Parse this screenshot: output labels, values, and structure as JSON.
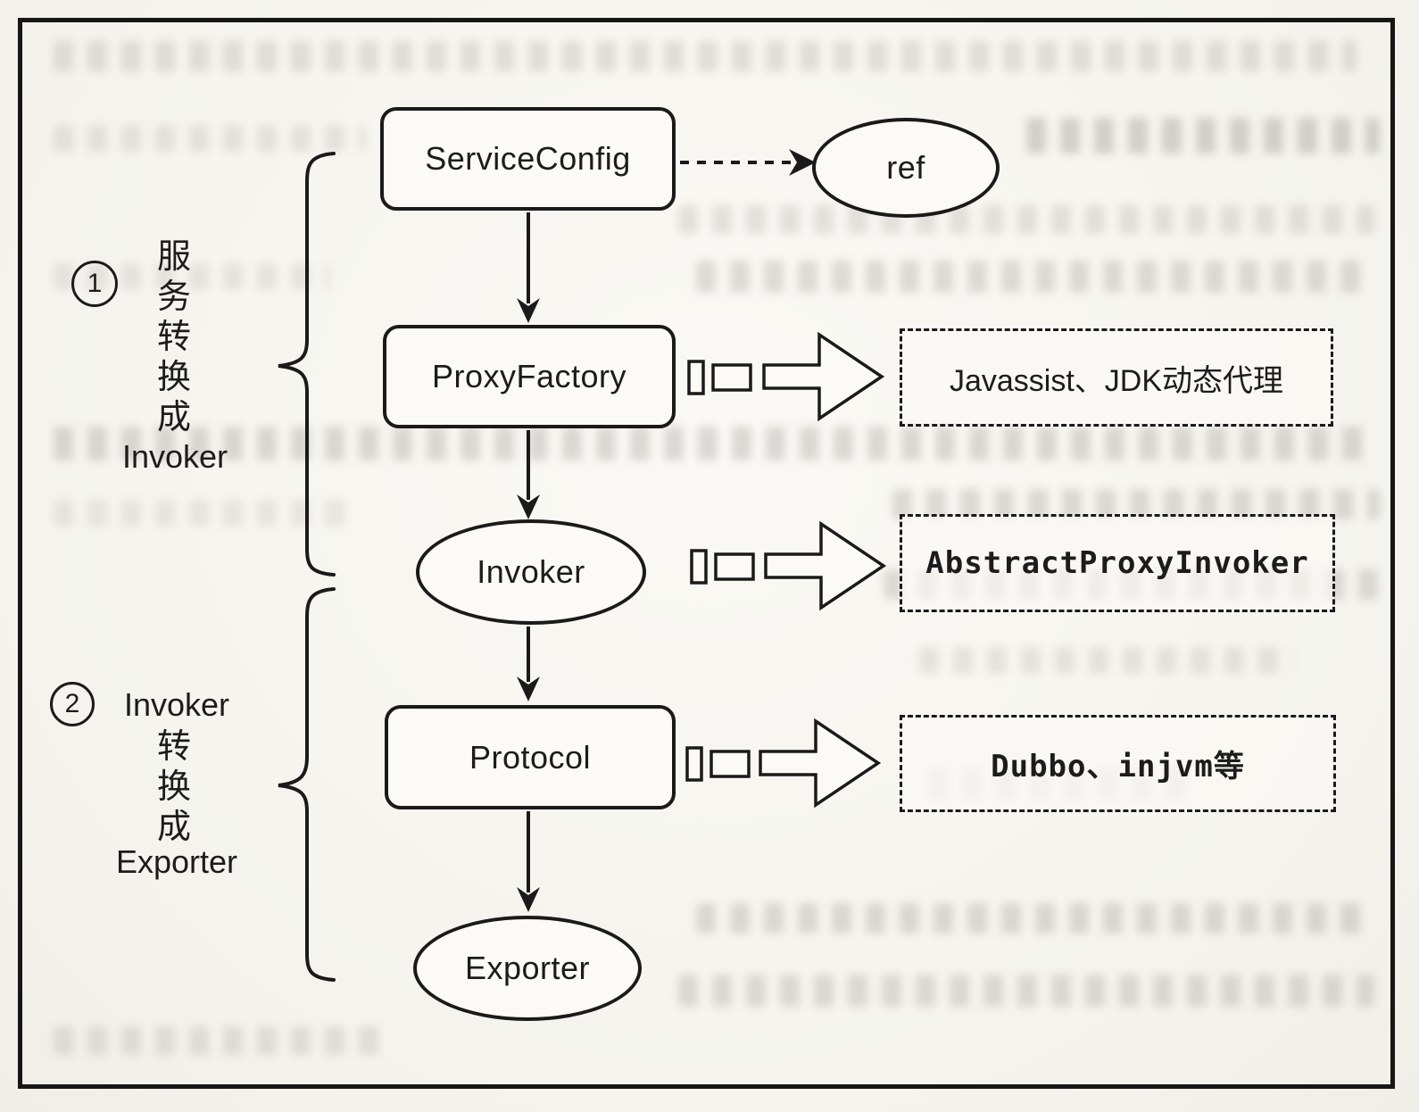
{
  "diagram": {
    "nodes": {
      "service_config": {
        "label": "ServiceConfig",
        "shape": "rounded-rect"
      },
      "ref": {
        "label": "ref",
        "shape": "ellipse"
      },
      "proxy_factory": {
        "label": "ProxyFactory",
        "shape": "rounded-rect"
      },
      "invoker": {
        "label": "Invoker",
        "shape": "ellipse"
      },
      "protocol": {
        "label": "Protocol",
        "shape": "rounded-rect"
      },
      "exporter": {
        "label": "Exporter",
        "shape": "ellipse"
      }
    },
    "impl_boxes": {
      "proxy_factory_impl": {
        "label": "Javassist、JDK动态代理"
      },
      "invoker_impl": {
        "label": "AbstractProxyInvoker"
      },
      "protocol_impl": {
        "label": "Dubbo、injvm等"
      }
    },
    "annotations": {
      "step1": {
        "number": "1",
        "text_vertical": "服务转换成",
        "text_latin": "Invoker"
      },
      "step2": {
        "number": "2",
        "text_top": "Invoker",
        "text_vertical": "转换成",
        "text_bottom": "Exporter"
      }
    },
    "edges": [
      {
        "from": "ServiceConfig",
        "to": "ref",
        "style": "dashed-arrow"
      },
      {
        "from": "ServiceConfig",
        "to": "ProxyFactory",
        "style": "solid-arrow"
      },
      {
        "from": "ProxyFactory",
        "to": "Invoker",
        "style": "solid-arrow"
      },
      {
        "from": "Invoker",
        "to": "Protocol",
        "style": "solid-arrow"
      },
      {
        "from": "Protocol",
        "to": "Exporter",
        "style": "solid-arrow"
      },
      {
        "from": "ProxyFactory",
        "to": "Javassist、JDK动态代理",
        "style": "block-arrow"
      },
      {
        "from": "Invoker",
        "to": "AbstractProxyInvoker",
        "style": "block-arrow"
      },
      {
        "from": "Protocol",
        "to": "Dubbo、injvm等",
        "style": "block-arrow"
      }
    ],
    "colors": {
      "ink": "#1a1a1a",
      "paper": "#f6f5f0"
    }
  }
}
